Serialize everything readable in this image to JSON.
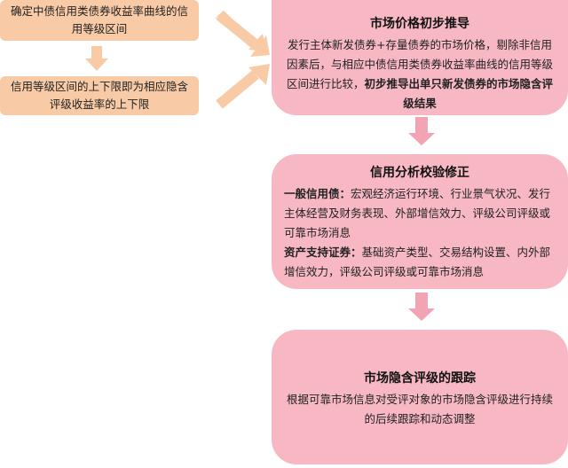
{
  "left_boxes": {
    "box1": "确定中债信用类债券收益率曲线的信用等级区间",
    "box2": "信用等级区间的上下限即为相应隐含评级收益率的上下限"
  },
  "step1": {
    "title": "市场价格初步推导",
    "text_normal": "发行主体新发债券+存量债券的市场价格，剔除非信用因素后，与相应中债信用类债券收益率曲线的信用等级区间进行比较，",
    "text_bold": "初步推导出单只新发债券的市场隐含评级结果"
  },
  "step2": {
    "title": "信用分析校验修正",
    "general_label": "一般信用债：",
    "general_text": "宏观经济运行环境、行业景气状况、发行主体经营及财务表现、外部增信效力、评级公司评级或可靠市场消息",
    "abs_label": "资产支持证券：",
    "abs_text": "基础资产类型、交易结构设置、内外部增信效力，评级公司评级或可靠市场消息"
  },
  "step3": {
    "title": "市场隐含评级的跟踪",
    "text": "根据可靠市场信息对受评对象的市场隐含评级进行持续的后续跟踪和动态调整"
  },
  "colors": {
    "peach": "#f8cba6",
    "pink": "#f7b8c4",
    "arrow_peach": "#f8cba6",
    "arrow_pink": "#f2a3b4"
  }
}
